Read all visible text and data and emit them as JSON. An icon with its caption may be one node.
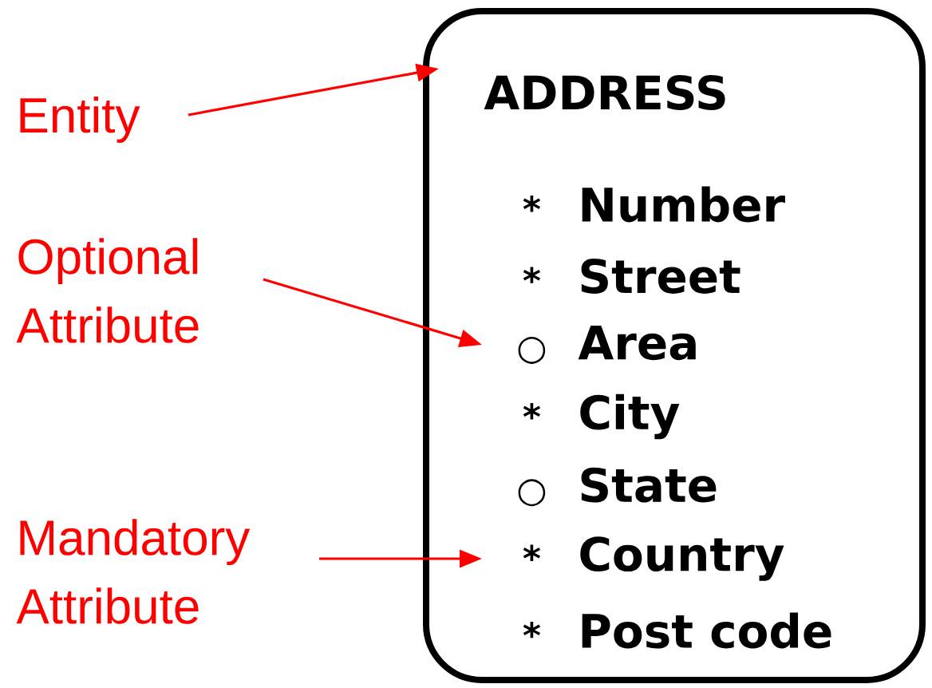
{
  "diagram": {
    "nodes": [
      {
        "text": [
          "ADDRESS"
        ]
      },
      {
        "text": [
          "*",
          "Number"
        ],
        "in": 0
      },
      {
        "text": [
          "*",
          "Street"
        ],
        "in": 0
      },
      {
        "text": [
          "○",
          "Area"
        ],
        "in": 0
      },
      {
        "text": [
          "*",
          "City"
        ],
        "in": 0
      },
      {
        "text": [
          "○",
          "State"
        ],
        "in": 0
      },
      {
        "text": [
          "*",
          "Country"
        ],
        "in": 0
      },
      {
        "text": [
          "*",
          "Post code"
        ],
        "in": 0
      },
      {
        "text": [
          "Entity"
        ]
      },
      {
        "text": [
          "Optional Attribute"
        ]
      },
      {
        "text": [
          "Mandatory Attribute"
        ]
      }
    ],
    "edges": [
      {
        "from": 8,
        "to": 0,
        "arrow": "to"
      },
      {
        "from": 9,
        "to": 3,
        "arrow": "to"
      },
      {
        "from": 10,
        "to": 6,
        "arrow": "to"
      }
    ]
  }
}
